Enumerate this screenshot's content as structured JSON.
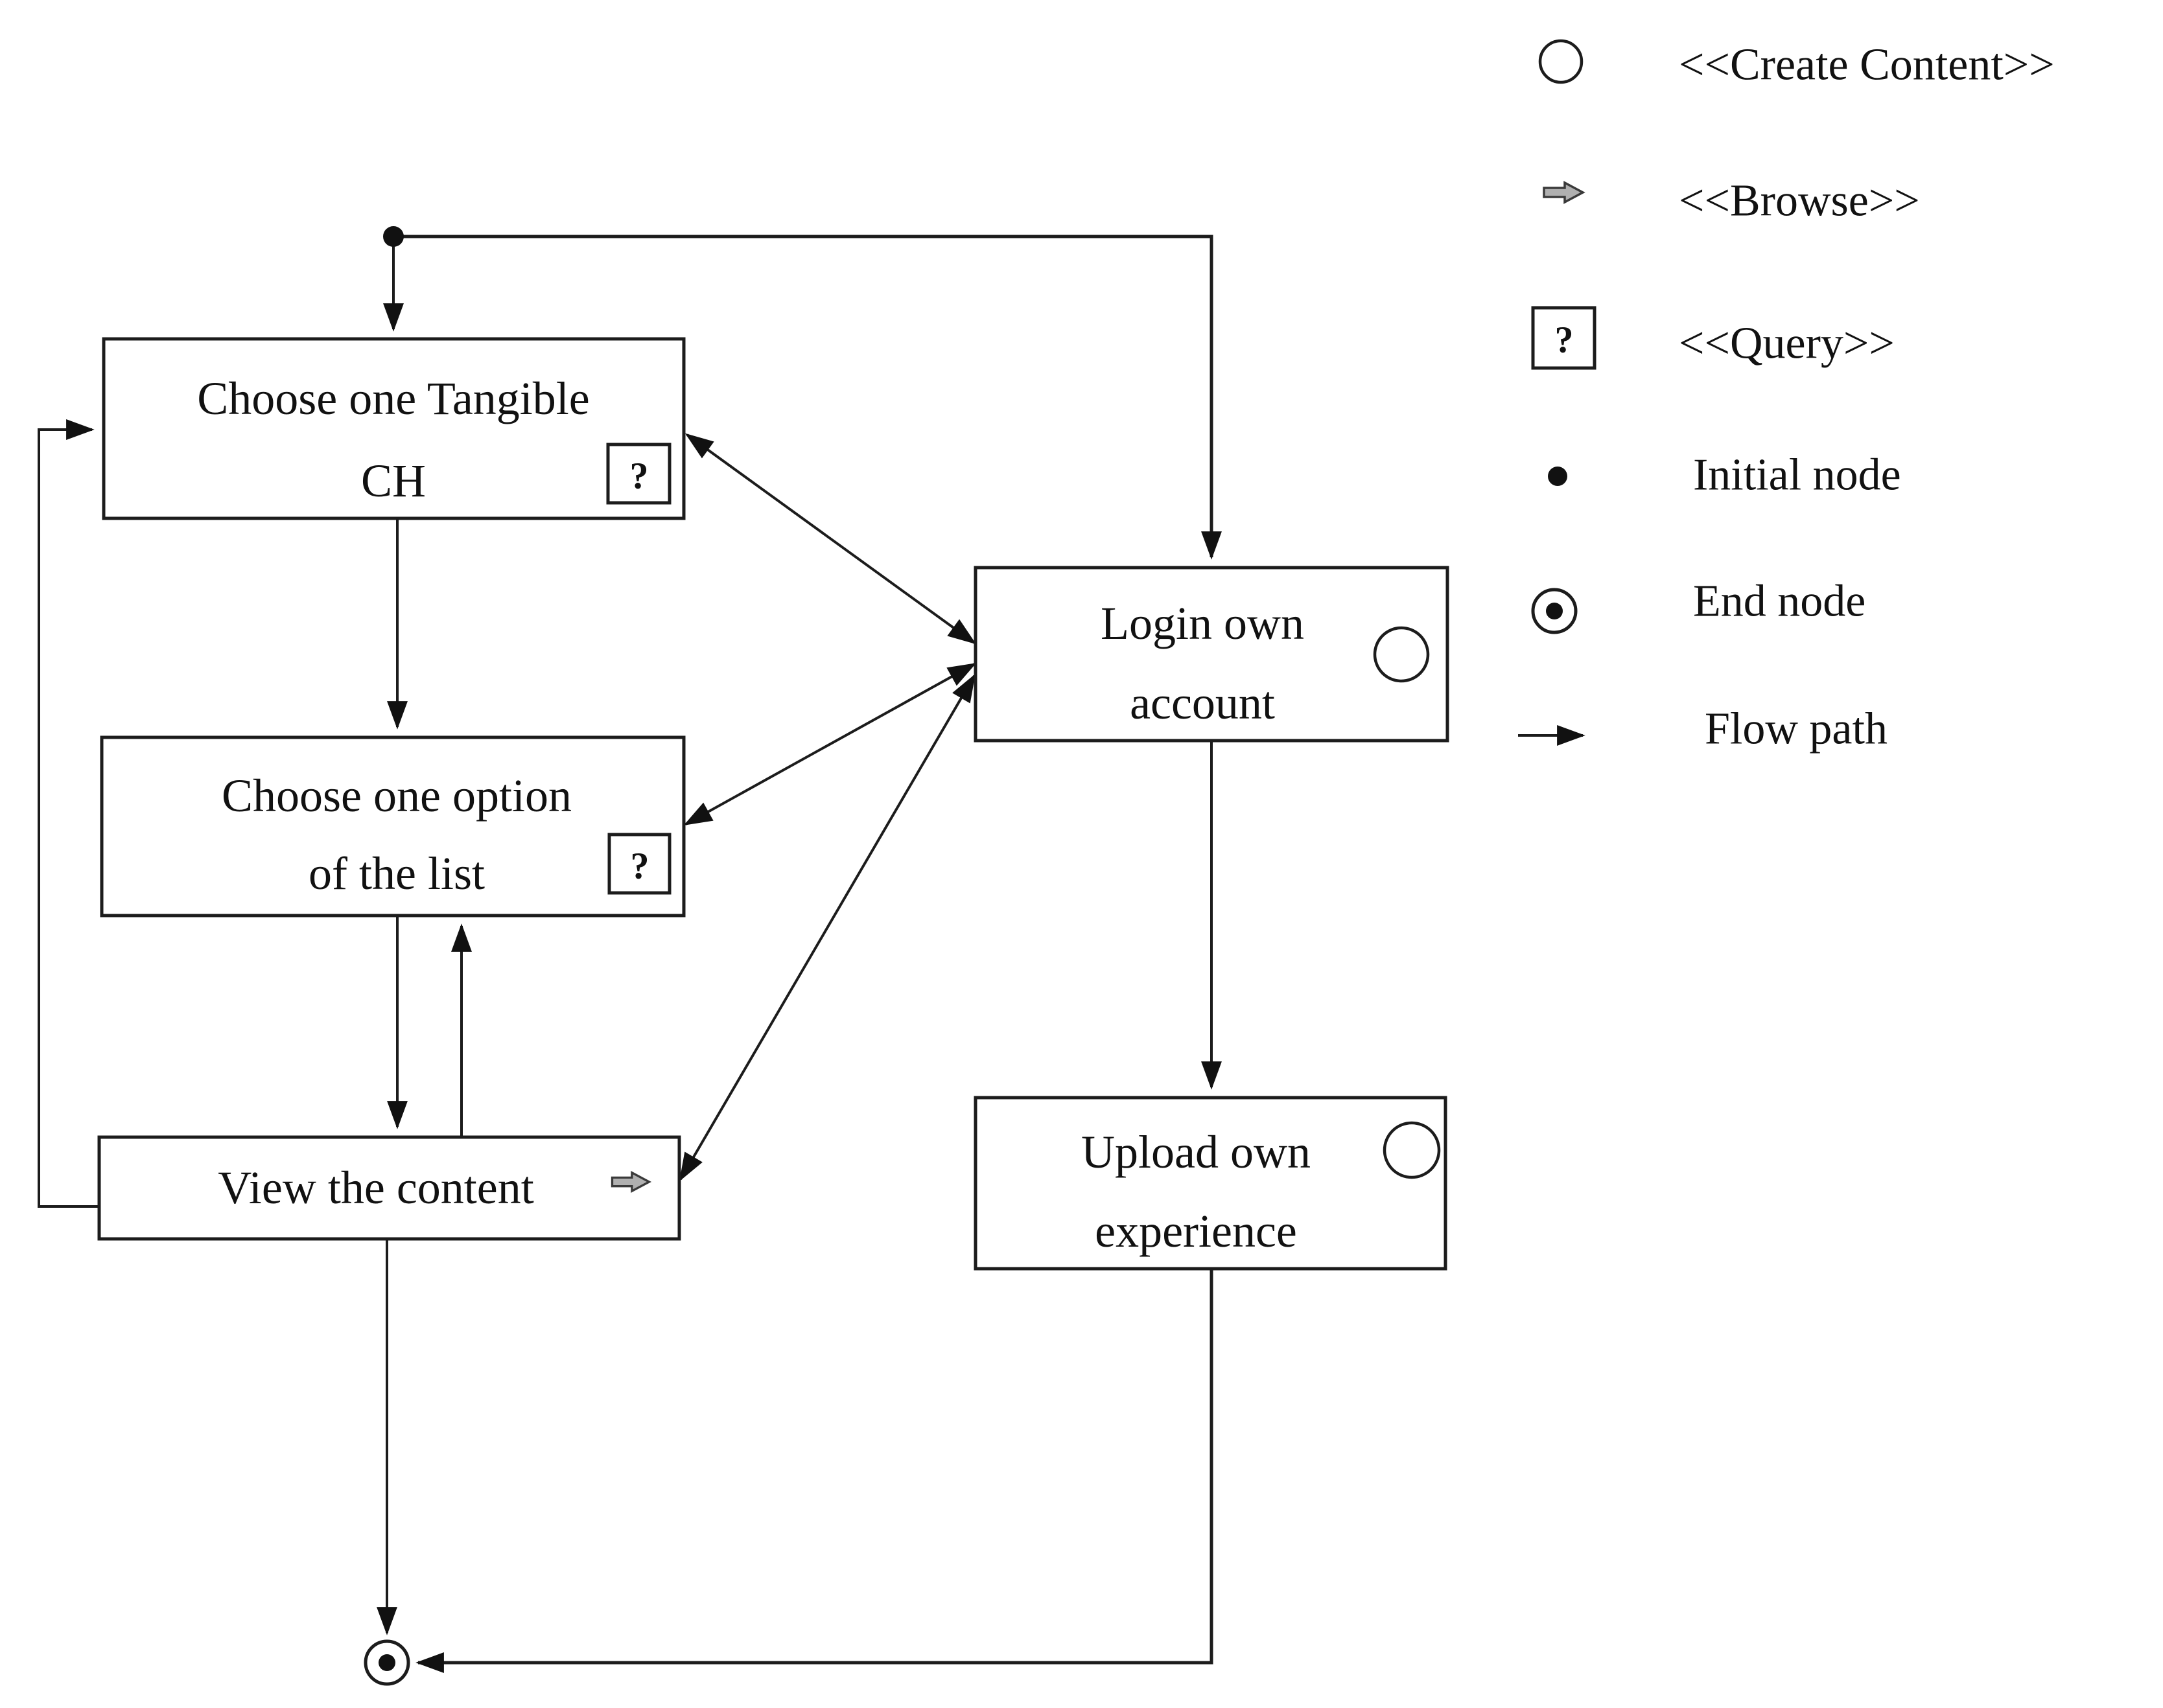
{
  "nodes": {
    "choose_tangible": {
      "line1": "Choose one Tangible",
      "line2": "CH",
      "stereotype": "query",
      "badge_glyph": "?"
    },
    "choose_option": {
      "line1": "Choose one option",
      "line2": "of the list",
      "stereotype": "query",
      "badge_glyph": "?"
    },
    "view_content": {
      "label": "View the content",
      "stereotype": "browse"
    },
    "login": {
      "line1": "Login own",
      "line2": "account",
      "stereotype": "create-content"
    },
    "upload": {
      "line1": "Upload own",
      "line2": "experience",
      "stereotype": "create-content"
    }
  },
  "legend": {
    "items": [
      {
        "icon": "create-content-icon",
        "label": "<<Create Content>>"
      },
      {
        "icon": "browse-icon",
        "label": "<<Browse>>"
      },
      {
        "icon": "query-icon",
        "label": "<<Query>>",
        "glyph": "?"
      },
      {
        "icon": "initial-node-icon",
        "label": "Initial node"
      },
      {
        "icon": "end-node-icon",
        "label": "End node"
      },
      {
        "icon": "flow-path-icon",
        "label": "Flow path"
      }
    ]
  },
  "colors": {
    "line": "#1c1c1c",
    "box_fill": "#ffffff",
    "browse_fill": "#b0b0b0",
    "background": "#ffffff"
  }
}
